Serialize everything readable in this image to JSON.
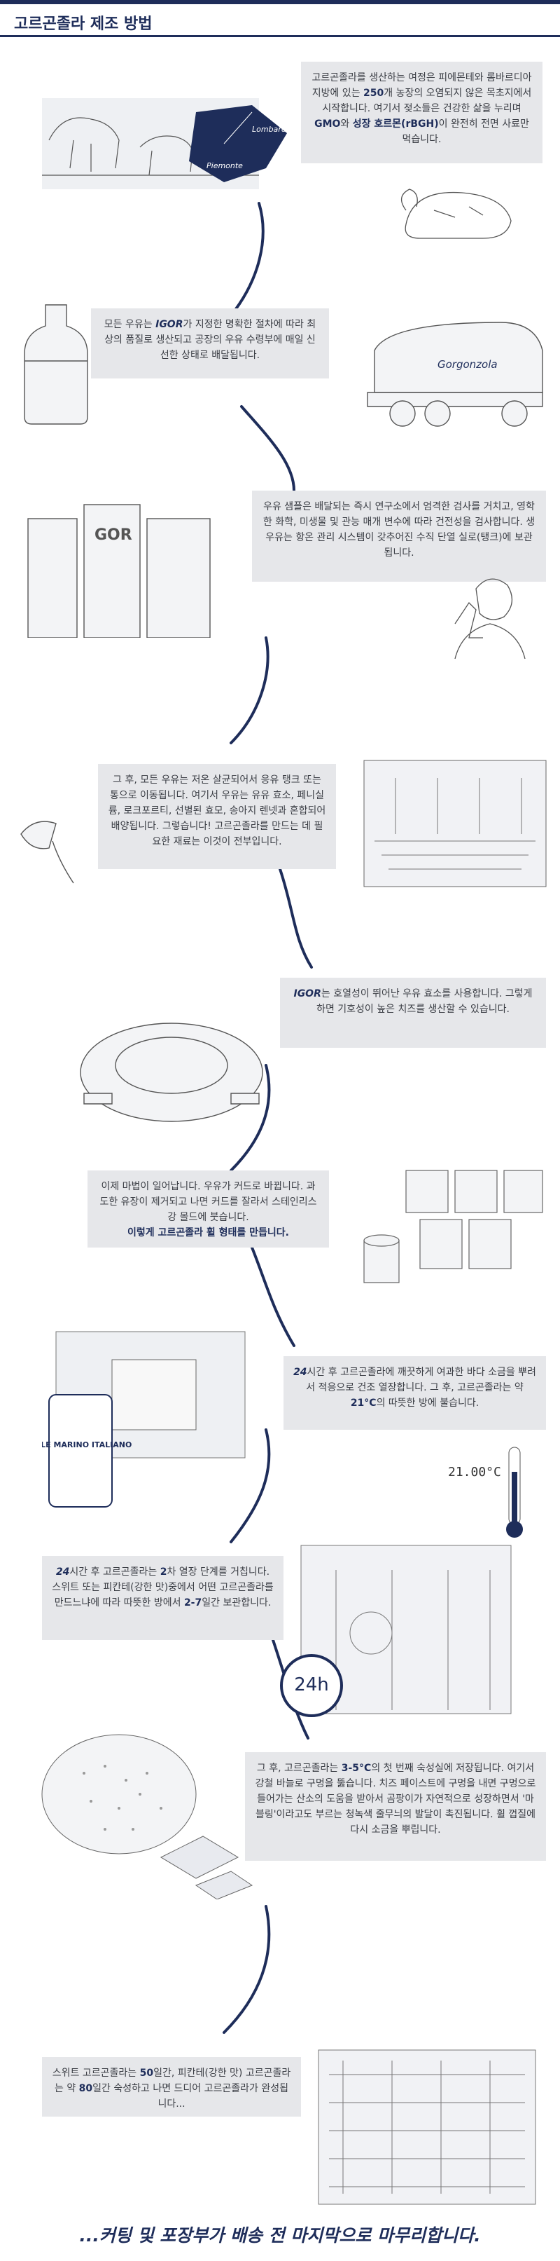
{
  "header": {
    "title": "고르곤졸라 제조 방법"
  },
  "steps": [
    {
      "p1": "고르곤졸라를 생산하는 여정은 피에몬테와 롬바르디아 지방에 있는 ",
      "b1": "250",
      "p2": "개 농장의 오염되지 않은 목초지에서 시작합니다. 여기서 젖소들은 건강한 삶을 누리며 ",
      "b2": "GMO",
      "p3": "와 ",
      "b3": "성장 호르몬(rBGH)",
      "p4": "이 완전히 전면 사료만 먹습니다."
    },
    {
      "p1": "모든 우유는 ",
      "b1": "IGOR",
      "p2": "가 지정한 명확한 절차에 따라 최상의 품질로 생산되고 공장의 우유 수령부에 매일 신선한 상태로 배달됩니다."
    },
    {
      "p1": "우유 샘플은 배달되는 즉시 연구소에서 엄격한 검사를 거치고, 영학한 화학, 미생물 및 관능 매개 변수에 따라 건전성을 검사합니다. 생 우유는 항온 관리 시스템이 갖추어진 수직 단열 실로(탱크)에 보관됩니다."
    },
    {
      "p1": "그 후, 모든 우유는 저온 살균되어서 응유 탱크 또는 통으로 이동됩니다. 여기서 우유는 유유 효소, 페니실륨, 로크포르티, 선별된 효모, 송아지 렌넷과 혼합되어 배양됩니다. 그렇습니다! 고르곤졸라를 만드는 데 필요한 재료는 이것이 전부입니다."
    },
    {
      "b1": "IGOR",
      "p1": "는 호열성이 뛰어난 우유 효소를 사용합니다. 그렇게 하면 기호성이 높은 치즈를 생산할 수 있습니다."
    },
    {
      "p1": "이제 마법이 일어납니다. 우유가 커드로 바뀝니다. 과도한 유장이 제거되고 나면 커드를 잘라서 스테인리스강 몰드에 붓습니다.",
      "b1": "이렇게 고르곤졸라 휠 형태를 만듭니다."
    },
    {
      "b1": "24",
      "p1": "시간 후 고르곤졸라에 깨끗하게 여과한 바다 소금을 뿌려서 적응으로 건조 열장합니다. 그 후, 고르곤졸라는 약 ",
      "b2": "21°C",
      "p2": "의 따뜻한 방에 불습니다."
    },
    {
      "b1": "24",
      "p1": "시간 후 고르곤졸라는 ",
      "b2": "2",
      "p2": "차 열장 단계를 거칩니다. 스위트 또는 피칸테(강한 맛)중에서 어떤 고르곤졸라를 만드느냐에 따라 따뜻한 방에서 ",
      "b3": "2-7",
      "p3": "일간 보관합니다."
    },
    {
      "p1": "그 후, 고르곤졸라는 ",
      "b1": "3-5°C",
      "p2": "의 첫 번째 숙성실에 저장됩니다. 여기서 강철 바늘로 구멍을 뚫습니다. 치즈 페이스트에 구멍을 내면 구멍으로 들어가는 산소의 도움을 받아서 곰팡이가 자연적으로 성장하면서 '마블링'이라고도 부르는 청녹색 줄무늬의 발달이 촉진됩니다. 휠 껍질에 다시 소금을 뿌립니다."
    },
    {
      "p1": "스위트 고르곤졸라는 ",
      "b1": "50",
      "p2": "일간, 피칸테(강한 맛) 고르곤졸라는 약 ",
      "b2": "80",
      "p3": "일간 숙성하고 나면 드디어 고르곤졸라가 완성됩니다..."
    }
  ],
  "labels": {
    "region_a": "Lombardia",
    "region_b": "Piemonte",
    "salt_jar": "SALE MARINO ITALIANO",
    "thermo": "21.00°C",
    "timer": "24h",
    "tank_brand": "Gorgonzola",
    "silo_brand": "GOR"
  },
  "footer": {
    "text": "...커팅 및 포장부가 배송 전 마지막으로 마무리합니다."
  },
  "colors": {
    "navy": "#1e2d5a",
    "panel": "#e6e7ea"
  }
}
